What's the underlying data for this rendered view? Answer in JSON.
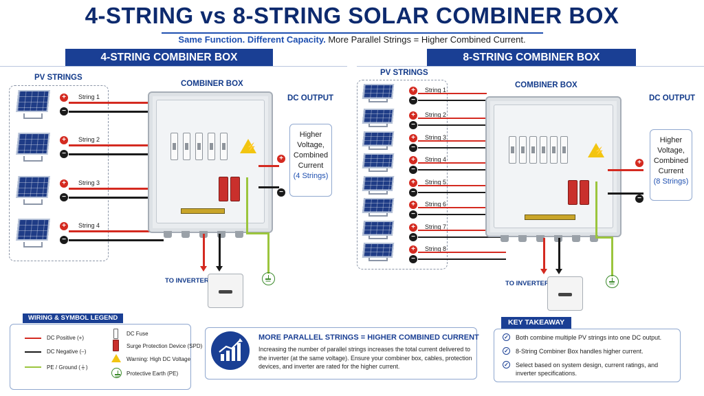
{
  "title": "4-STRING vs 8-STRING SOLAR COMBINER BOX",
  "subtitle": {
    "emphasis": "Same Function. Different Capacity.",
    "rest": "More Parallel Strings = Higher Combined Current."
  },
  "left_panel": {
    "header": "4-STRING COMBINER BOX",
    "pv_strings_label": "PV STRINGS",
    "combiner_label": "COMBINER BOX",
    "dc_output_label": "DC OUTPUT",
    "strings": [
      "String 1",
      "String 2",
      "String 3",
      "String 4"
    ],
    "output": {
      "line1": "Higher",
      "line2": "Voltage,",
      "line3": "Combined",
      "line4": "Current",
      "count": "(4 Strings)"
    },
    "to_inverter": "TO INVERTER"
  },
  "right_panel": {
    "header": "8-STRING COMBINER BOX",
    "pv_strings_label": "PV STRINGS",
    "combiner_label": "COMBINER BOX",
    "dc_output_label": "DC OUTPUT",
    "strings": [
      "String 1",
      "String 2",
      "String 3",
      "String 4",
      "String 5",
      "String 6",
      "String 7",
      "String 8"
    ],
    "output": {
      "line1": "Higher",
      "line2": "Voltage,",
      "line3": "Combined",
      "line4": "Current",
      "count": "(8 Strings)"
    },
    "to_inverter": "TO INVERTER"
  },
  "polarity": {
    "pos": "+",
    "neg": "−"
  },
  "legend": {
    "title": "WIRING & SYMBOL LEGEND",
    "items": {
      "dc_pos": "DC Positive (+)",
      "dc_neg": "DC Negative (–)",
      "pe": "PE / Ground (⏚)",
      "fuse": "DC Fuse",
      "spd": "Surge Protection Device (SPD)",
      "warning": "Warning: High DC Voltage",
      "earth": "Protective Earth (PE)"
    }
  },
  "middle": {
    "title": "MORE PARALLEL STRINGS = HIGHER COMBINED CURRENT",
    "body": "Increasing the number of parallel strings increases the total current delivered to the inverter (at the same voltage). Ensure your combiner box, cables, protection devices, and inverter are rated for the higher current."
  },
  "takeaway": {
    "title": "KEY TAKEAWAY",
    "items": [
      "Both combine multiple PV strings into one DC output.",
      "8-String Combiner Box handles higher current.",
      "Select based on system design, current ratings, and inverter specifications."
    ]
  },
  "colors": {
    "navy": "#1a3f94",
    "dc_pos": "#d42a20",
    "dc_neg": "#1a1a1a",
    "pe": "#9bc53d",
    "warning": "#f2c511"
  },
  "icons": [
    "solar-panel-icon",
    "fuse-icon",
    "spd-icon",
    "warning-icon",
    "ground-icon",
    "inverter-icon",
    "chart-icon",
    "check-icon"
  ]
}
